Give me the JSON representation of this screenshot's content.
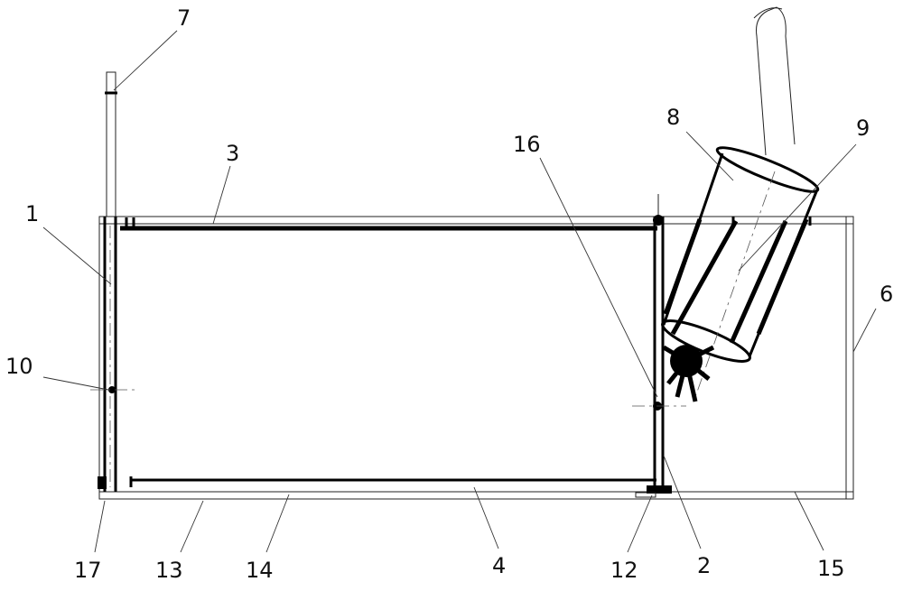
{
  "labels": {
    "l1": "1",
    "l2": "2",
    "l3": "3",
    "l4": "4",
    "l6": "6",
    "l7": "7",
    "l8": "8",
    "l9": "9",
    "l10": "10",
    "l12": "12",
    "l13": "13",
    "l14": "14",
    "l15": "15",
    "l16": "16",
    "l17": "17"
  }
}
